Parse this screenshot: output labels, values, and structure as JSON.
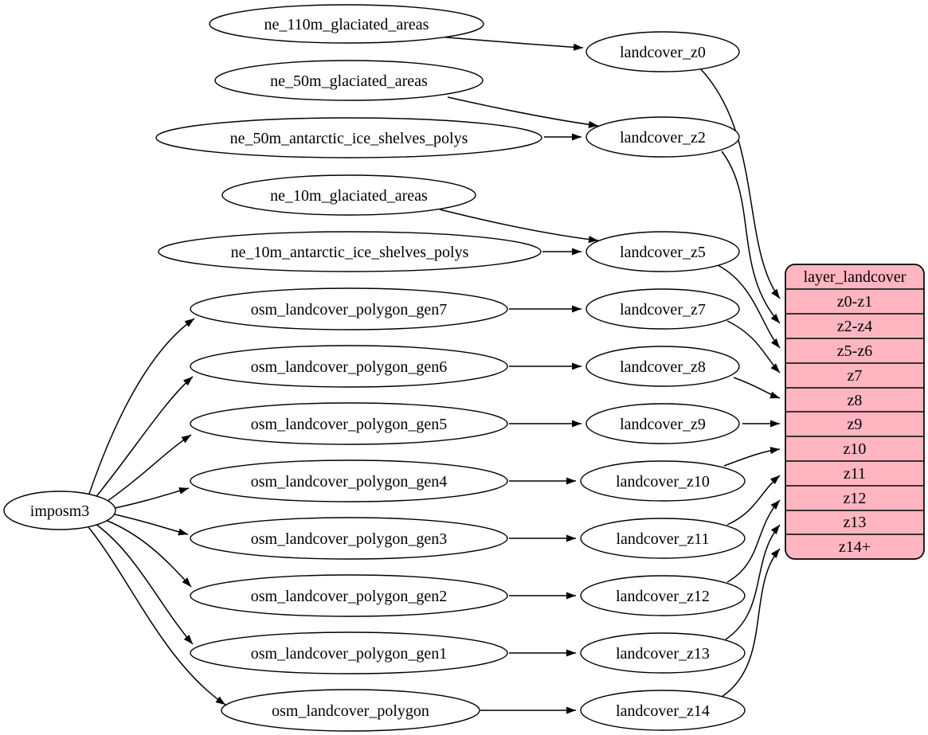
{
  "nodes": {
    "imposm3": "imposm3",
    "ne_110m_glaciated_areas": "ne_110m_glaciated_areas",
    "ne_50m_glaciated_areas": "ne_50m_glaciated_areas",
    "ne_50m_antarctic_ice_shelves_polys": "ne_50m_antarctic_ice_shelves_polys",
    "ne_10m_glaciated_areas": "ne_10m_glaciated_areas",
    "ne_10m_antarctic_ice_shelves_polys": "ne_10m_antarctic_ice_shelves_polys",
    "osm_landcover_polygon_gen7": "osm_landcover_polygon_gen7",
    "osm_landcover_polygon_gen6": "osm_landcover_polygon_gen6",
    "osm_landcover_polygon_gen5": "osm_landcover_polygon_gen5",
    "osm_landcover_polygon_gen4": "osm_landcover_polygon_gen4",
    "osm_landcover_polygon_gen3": "osm_landcover_polygon_gen3",
    "osm_landcover_polygon_gen2": "osm_landcover_polygon_gen2",
    "osm_landcover_polygon_gen1": "osm_landcover_polygon_gen1",
    "osm_landcover_polygon": "osm_landcover_polygon",
    "landcover_z0": "landcover_z0",
    "landcover_z2": "landcover_z2",
    "landcover_z5": "landcover_z5",
    "landcover_z7": "landcover_z7",
    "landcover_z8": "landcover_z8",
    "landcover_z9": "landcover_z9",
    "landcover_z10": "landcover_z10",
    "landcover_z11": "landcover_z11",
    "landcover_z12": "landcover_z12",
    "landcover_z13": "landcover_z13",
    "landcover_z14": "landcover_z14"
  },
  "table": {
    "title": "layer_landcover",
    "rows": [
      "z0-z1",
      "z2-z4",
      "z5-z6",
      "z7",
      "z8",
      "z9",
      "z10",
      "z11",
      "z12",
      "z13",
      "z14+"
    ]
  },
  "edges": [
    {
      "from": "imposm3",
      "to": "osm_landcover_polygon_gen7"
    },
    {
      "from": "imposm3",
      "to": "osm_landcover_polygon_gen6"
    },
    {
      "from": "imposm3",
      "to": "osm_landcover_polygon_gen5"
    },
    {
      "from": "imposm3",
      "to": "osm_landcover_polygon_gen4"
    },
    {
      "from": "imposm3",
      "to": "osm_landcover_polygon_gen3"
    },
    {
      "from": "imposm3",
      "to": "osm_landcover_polygon_gen2"
    },
    {
      "from": "imposm3",
      "to": "osm_landcover_polygon_gen1"
    },
    {
      "from": "imposm3",
      "to": "osm_landcover_polygon"
    },
    {
      "from": "ne_110m_glaciated_areas",
      "to": "landcover_z0"
    },
    {
      "from": "ne_50m_glaciated_areas",
      "to": "landcover_z2"
    },
    {
      "from": "ne_50m_antarctic_ice_shelves_polys",
      "to": "landcover_z2"
    },
    {
      "from": "ne_10m_glaciated_areas",
      "to": "landcover_z5"
    },
    {
      "from": "ne_10m_antarctic_ice_shelves_polys",
      "to": "landcover_z5"
    },
    {
      "from": "osm_landcover_polygon_gen7",
      "to": "landcover_z7"
    },
    {
      "from": "osm_landcover_polygon_gen6",
      "to": "landcover_z8"
    },
    {
      "from": "osm_landcover_polygon_gen5",
      "to": "landcover_z9"
    },
    {
      "from": "osm_landcover_polygon_gen4",
      "to": "landcover_z10"
    },
    {
      "from": "osm_landcover_polygon_gen3",
      "to": "landcover_z11"
    },
    {
      "from": "osm_landcover_polygon_gen2",
      "to": "landcover_z12"
    },
    {
      "from": "osm_landcover_polygon_gen1",
      "to": "landcover_z13"
    },
    {
      "from": "osm_landcover_polygon",
      "to": "landcover_z14"
    },
    {
      "from": "landcover_z0",
      "to": "layer_landcover:z0-z1"
    },
    {
      "from": "landcover_z2",
      "to": "layer_landcover:z2-z4"
    },
    {
      "from": "landcover_z5",
      "to": "layer_landcover:z5-z6"
    },
    {
      "from": "landcover_z7",
      "to": "layer_landcover:z7"
    },
    {
      "from": "landcover_z8",
      "to": "layer_landcover:z8"
    },
    {
      "from": "landcover_z9",
      "to": "layer_landcover:z9"
    },
    {
      "from": "landcover_z10",
      "to": "layer_landcover:z10"
    },
    {
      "from": "landcover_z11",
      "to": "layer_landcover:z11"
    },
    {
      "from": "landcover_z12",
      "to": "layer_landcover:z12"
    },
    {
      "from": "landcover_z13",
      "to": "layer_landcover:z13"
    },
    {
      "from": "landcover_z14",
      "to": "layer_landcover:z14+"
    }
  ],
  "colors": {
    "table_fill": "#ffb6c1",
    "node_fill": "#ffffff",
    "line": "#000000",
    "background": "#ffffff"
  }
}
